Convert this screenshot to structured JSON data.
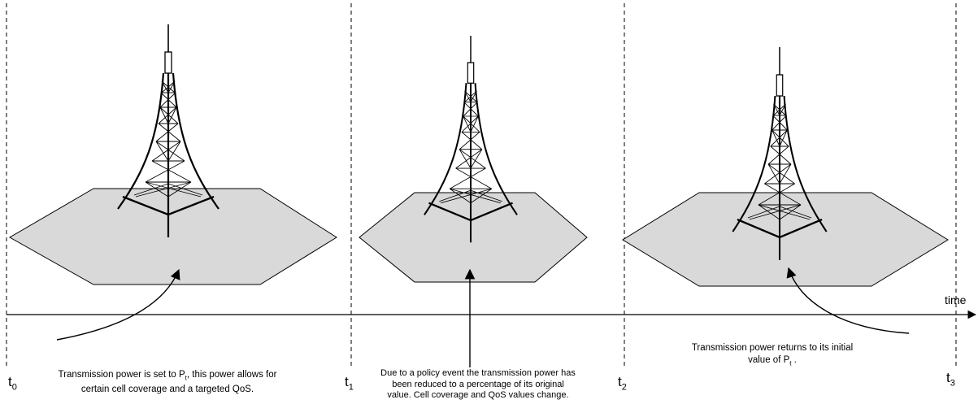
{
  "axis": {
    "label": "time"
  },
  "time_markers": [
    {
      "base": "t",
      "sub": "0"
    },
    {
      "base": "t",
      "sub": "1"
    },
    {
      "base": "t",
      "sub": "2"
    },
    {
      "base": "t",
      "sub": "3"
    }
  ],
  "panels": [
    {
      "caption_parts": [
        "Transmission power is set to P",
        "t",
        ", this power allows for certain cell coverage and a targeted QoS."
      ],
      "coverage": "full"
    },
    {
      "caption": "Due to a policy event the transmission power has been reduced to a percentage of its original value. Cell coverage and QoS values change.",
      "coverage": "reduced"
    },
    {
      "caption_parts": [
        "Transmission power returns to its initial value of P",
        "t",
        " ."
      ],
      "coverage": "full"
    }
  ],
  "colors": {
    "cell_fill": "#d9d9d9",
    "stroke": "#000000"
  },
  "icons": [
    "cell-tower-icon",
    "arrow-icon"
  ]
}
